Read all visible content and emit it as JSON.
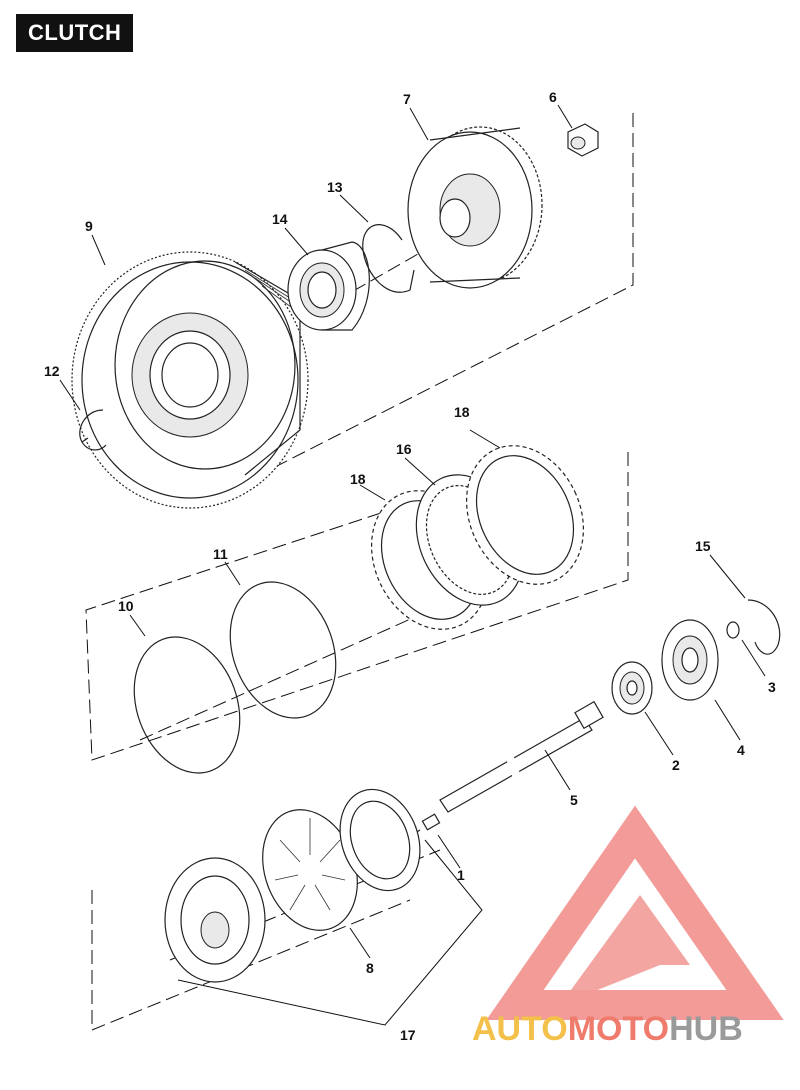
{
  "header": {
    "title": "CLUTCH"
  },
  "callouts": {
    "c1": "1",
    "c2": "2",
    "c3": "3",
    "c4": "4",
    "c5": "5",
    "c6": "6",
    "c7": "7",
    "c8": "8",
    "c9": "9",
    "c10": "10",
    "c11": "11",
    "c12": "12",
    "c13": "13",
    "c14": "14",
    "c15": "15",
    "c16": "16",
    "c17": "17",
    "c18a": "18",
    "c18b": "18"
  },
  "logo": {
    "part1": "AUTO",
    "part2": "MOTO",
    "part3": "HUB",
    "colors": {
      "auto": "#f3c04a",
      "moto": "#ef7b6c",
      "hub": "#9a9a9a",
      "triangle": "#f08a86"
    }
  }
}
